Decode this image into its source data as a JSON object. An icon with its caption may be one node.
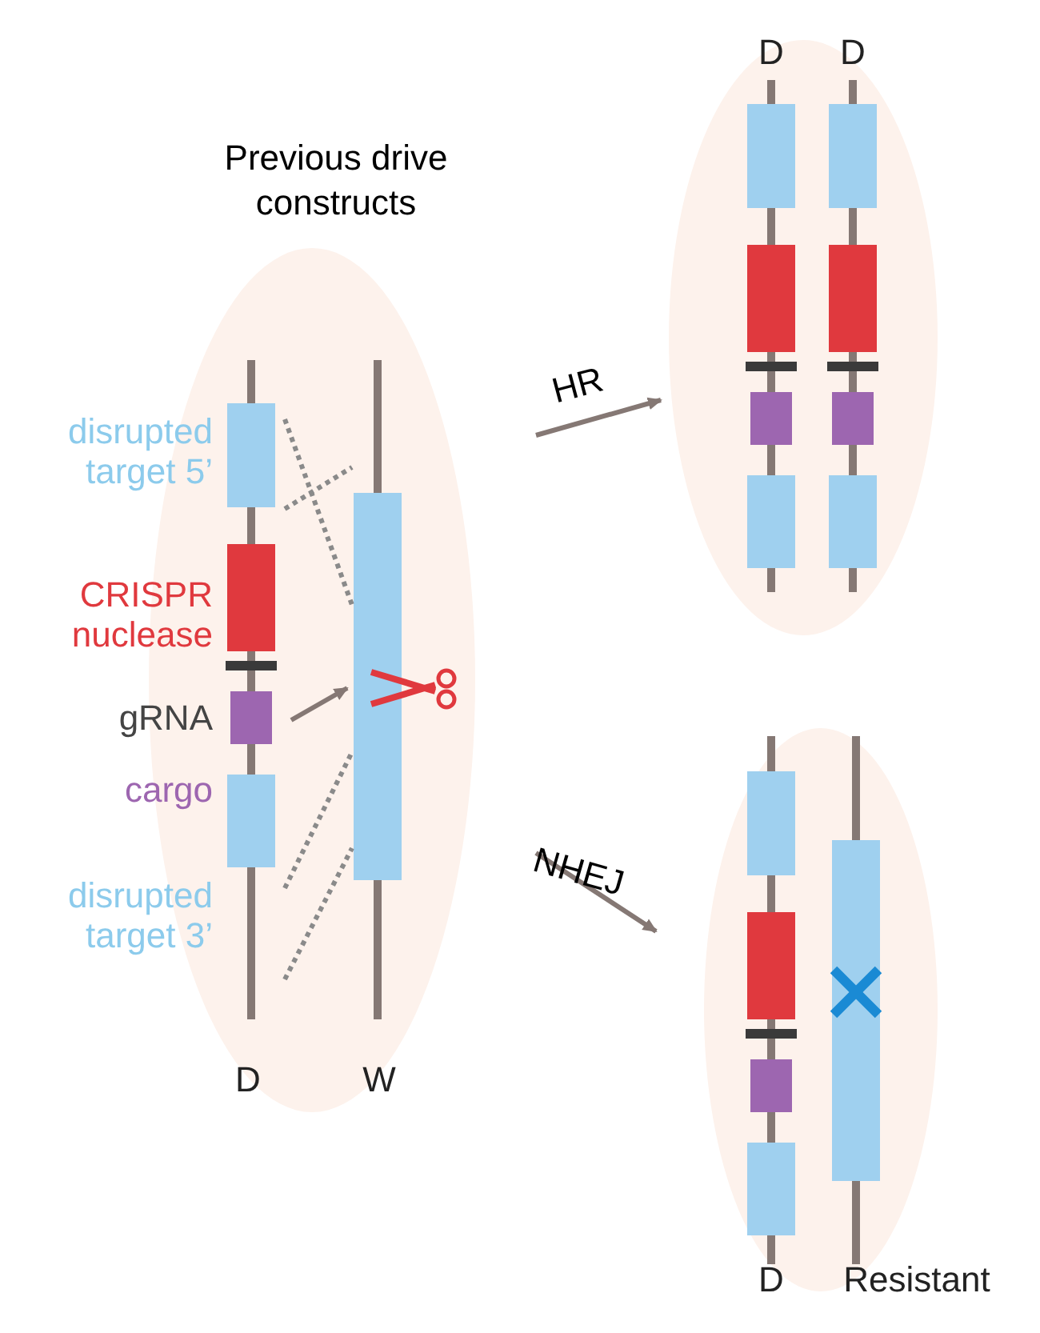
{
  "diagram": {
    "nodes": [
      {
        "text": [
          "Previous drive constructs"
        ]
      },
      {
        "text": [],
        "shape": "bar",
        "in": 0,
        "beside": [
          "disrupted target 5’",
          "CRISPR nuclease",
          "gRNA",
          "cargo",
          "disrupted target 3’"
        ]
      },
      {
        "text": [],
        "shape": "bar",
        "in": 0
      },
      {
        "text": [],
        "shape": "ellipse"
      },
      {
        "text": [],
        "shape": "ellipse"
      }
    ],
    "edges": [
      {
        "from": 1,
        "to": 2,
        "arrow": "to"
      },
      {
        "from": 0,
        "to": 3,
        "arrow": "to",
        "label": "HR"
      },
      {
        "from": 0,
        "to": 4,
        "arrow": "to",
        "label": "NHEJ"
      },
      {
        "from": 1,
        "to": 2,
        "arrow": "none",
        "style": "dashed"
      },
      {
        "from": 1,
        "to": 2,
        "arrow": "none",
        "style": "dashed"
      },
      {
        "from": 1,
        "to": 2,
        "arrow": "none",
        "style": "dashed"
      },
      {
        "from": 1,
        "to": 2,
        "arrow": "none",
        "style": "dashed"
      }
    ],
    "labels": [
      "D",
      "D",
      "D",
      "W",
      "D",
      "Resistant"
    ]
  }
}
